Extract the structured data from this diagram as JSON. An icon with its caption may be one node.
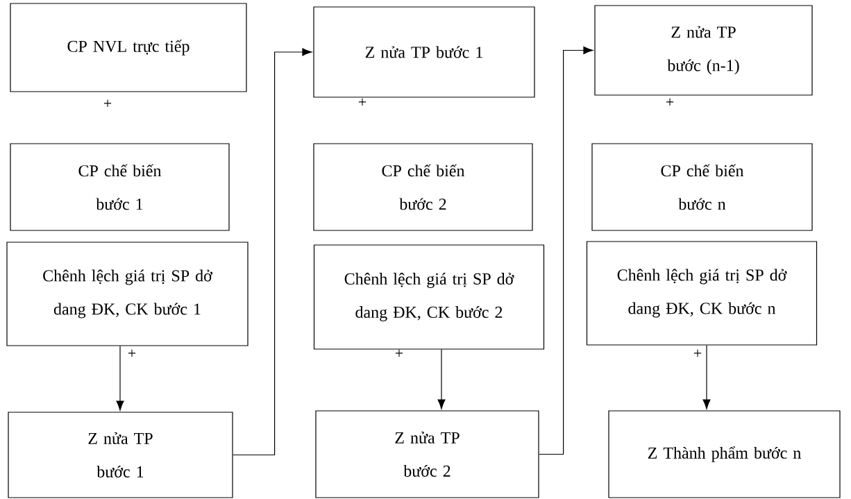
{
  "diagram": {
    "nodes": [
      {
        "text": [
          "CP NVL trực tiếp"
        ]
      },
      {
        "text": [
          "CP chế biến bước 1"
        ]
      },
      {
        "text": [
          "Chênh lệch giá trị SP dở dang ĐK, CK bước 1"
        ]
      },
      {
        "text": [
          "Z nửa TP bước 1"
        ]
      },
      {
        "text": [
          "Z nửa TP bước 1"
        ]
      },
      {
        "text": [
          "CP chế biến bước 2"
        ]
      },
      {
        "text": [
          "Chênh lệch giá trị SP dở dang ĐK, CK bước 2"
        ]
      },
      {
        "text": [
          "Z nửa TP bước 2"
        ]
      },
      {
        "text": [
          "Z nửa TP bước (n-1)"
        ]
      },
      {
        "text": [
          "CP chế biến bước n"
        ]
      },
      {
        "text": [
          "Chênh lệch giá trị SP dở dang ĐK, CK bước n"
        ]
      },
      {
        "text": [
          "Z Thành phẩm bước n"
        ]
      }
    ],
    "edges": [
      {
        "from": 2,
        "to": 3,
        "arrow": "to"
      },
      {
        "from": 3,
        "to": 4,
        "arrow": "to"
      },
      {
        "from": 6,
        "to": 7,
        "arrow": "to"
      },
      {
        "from": 7,
        "to": 8,
        "arrow": "to"
      },
      {
        "from": 10,
        "to": 11,
        "arrow": "to"
      }
    ],
    "labels": [
      "+",
      "+",
      "+",
      "+",
      "+",
      "+"
    ]
  }
}
